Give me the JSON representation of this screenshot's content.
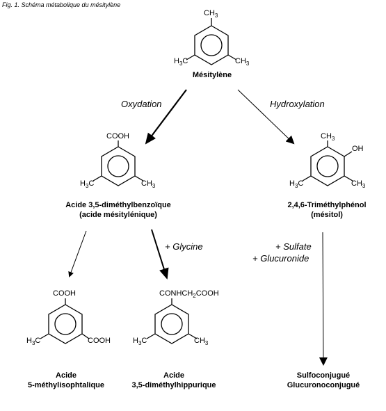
{
  "figure_title": "Fig. 1. Schéma métabolique du mésitylène",
  "compounds": {
    "mesitylene": {
      "name": "Mésitylène",
      "groups": {
        "top": "CH3",
        "left": "H3C",
        "right": "CH3"
      }
    },
    "mesitylenic_acid": {
      "name_line1": "Acide 3,5-diméthylbenzoïque",
      "name_line2": "(acide mésitylénique)",
      "groups": {
        "top": "COOH",
        "left": "H3C",
        "right": "CH3"
      }
    },
    "trimethylphenol": {
      "name_line1": "2,4,6-Triméthylphénol",
      "name_line2": "(mésitol)",
      "groups": {
        "top": "CH3",
        "oh": "OH",
        "left": "H3C",
        "right": "CH3"
      }
    },
    "methylisophthalic": {
      "name_line1": "Acide",
      "name_line2": "5-méthylisophtalique",
      "groups": {
        "top": "COOH",
        "left": "H3C",
        "right": "COOH"
      }
    },
    "dimethylhippuric": {
      "name_line1": "Acide",
      "name_line2": "3,5-diméthylhippurique",
      "groups": {
        "top": "CONHCH2COOH",
        "left": "H3C",
        "right": "CH3"
      }
    },
    "conjugates": {
      "name_line1": "Sulfoconjugué",
      "name_line2": "Glucuronoconjugué"
    }
  },
  "steps": {
    "oxidation": "Oxydation",
    "hydroxylation": "Hydroxylation",
    "glycine": "+ Glycine",
    "sulfate": "+ Sulfate",
    "glucuronide": "+ Glucuronide"
  }
}
